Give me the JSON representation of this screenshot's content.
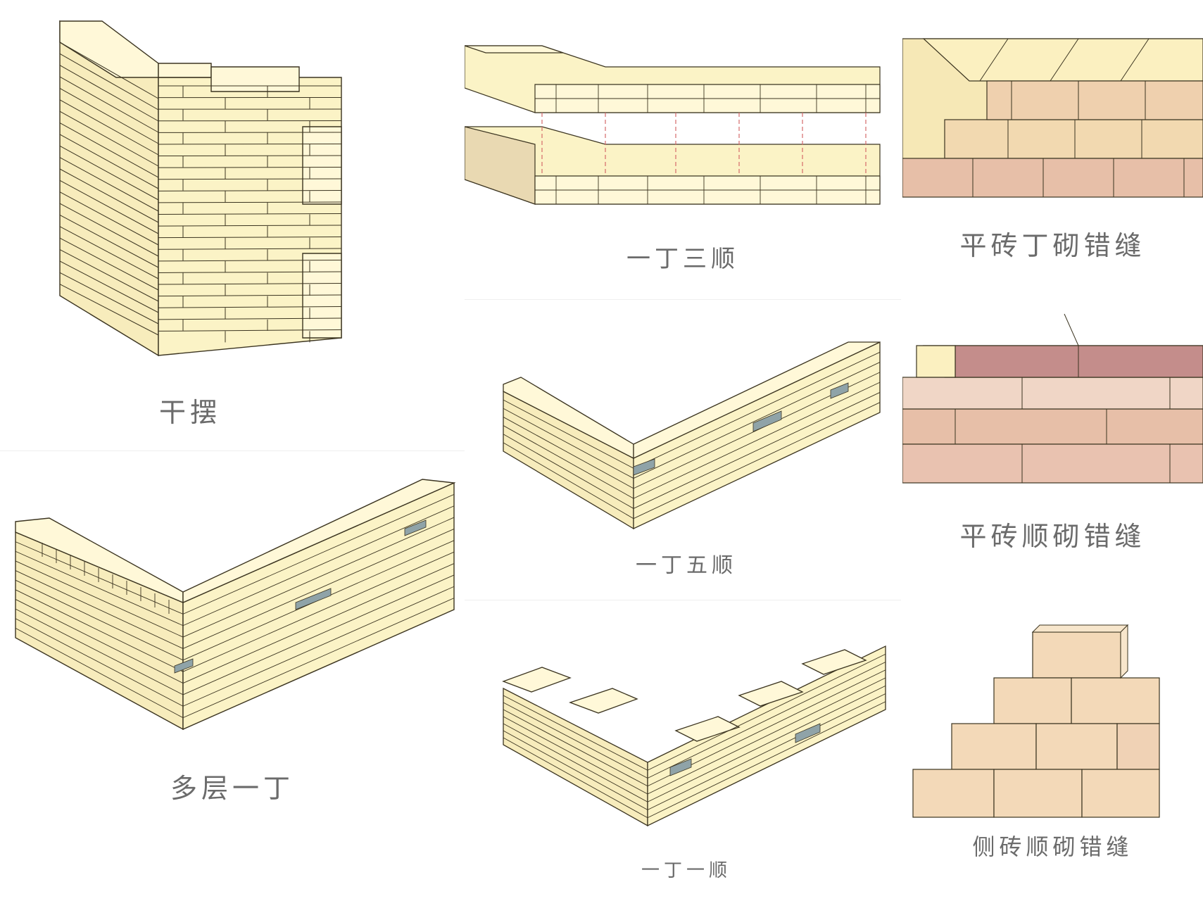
{
  "figure": {
    "panels": [
      {
        "id": "gan-bai",
        "caption": "干摆"
      },
      {
        "id": "duo-ceng-yi-ding",
        "caption": "多层一丁"
      },
      {
        "id": "yi-ding-san-shun",
        "caption": "一丁三顺"
      },
      {
        "id": "yi-ding-wu-shun",
        "caption": "一丁五顺"
      },
      {
        "id": "yi-ding-yi-shun",
        "caption": "一丁一顺"
      },
      {
        "id": "ping-zhuan-ding-qi",
        "caption": "平砖丁砌错缝"
      },
      {
        "id": "ping-zhuan-shun-qi",
        "caption": "平砖顺砌错缝"
      },
      {
        "id": "ce-zhuan-shun-qi",
        "caption": "侧砖顺砌错缝"
      }
    ]
  },
  "colors": {
    "brick_light": "#fbf3c6",
    "brick_pale": "#fff8d8",
    "brick_shade": "#efe2a6",
    "mortar_line": "#3b3420",
    "accent_gray_blue": "#8fa3a8",
    "brick_pink": "#e7bfa8",
    "brick_mauve": "#c48d8b",
    "hidden_line_red": "#d46a6a",
    "caption_gray": "#6b6b6b"
  }
}
